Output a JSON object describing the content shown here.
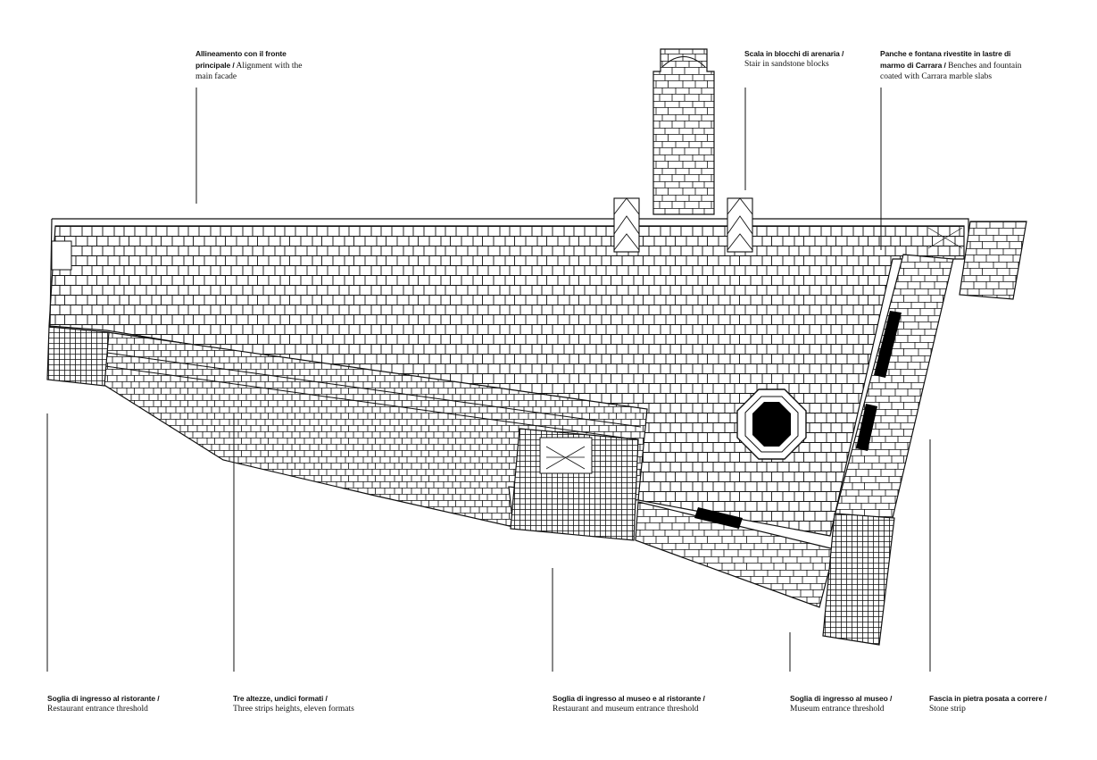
{
  "labels": {
    "alignment": {
      "it": "Allineamento con il fronte principale /",
      "en": "Alignment with the main facade"
    },
    "stair": {
      "it": "Scala in blocchi di arenaria /",
      "en": "Stair in sandstone blocks"
    },
    "benches": {
      "it": "Panche e fontana rivestite in lastre di marmo di Carrara /",
      "en": "Benches and fountain coated with Carrara marble slabs"
    },
    "restaurant_threshold": {
      "it": "Soglia di ingresso al ristorante /",
      "en": "Restaurant entrance threshold"
    },
    "strips": {
      "it": "Tre altezze, undici formati /",
      "en": "Three strips heights, eleven formats"
    },
    "museum_restaurant_threshold": {
      "it": "Soglia di ingresso al museo e al ristorante /",
      "en": "Restaurant and museum entrance threshold"
    },
    "museum_threshold": {
      "it": "Soglia di ingresso al museo /",
      "en": "Museum entrance threshold"
    },
    "stone_strip": {
      "it": "Fascia in pietra posata a correre /",
      "en": "Stone strip"
    }
  }
}
